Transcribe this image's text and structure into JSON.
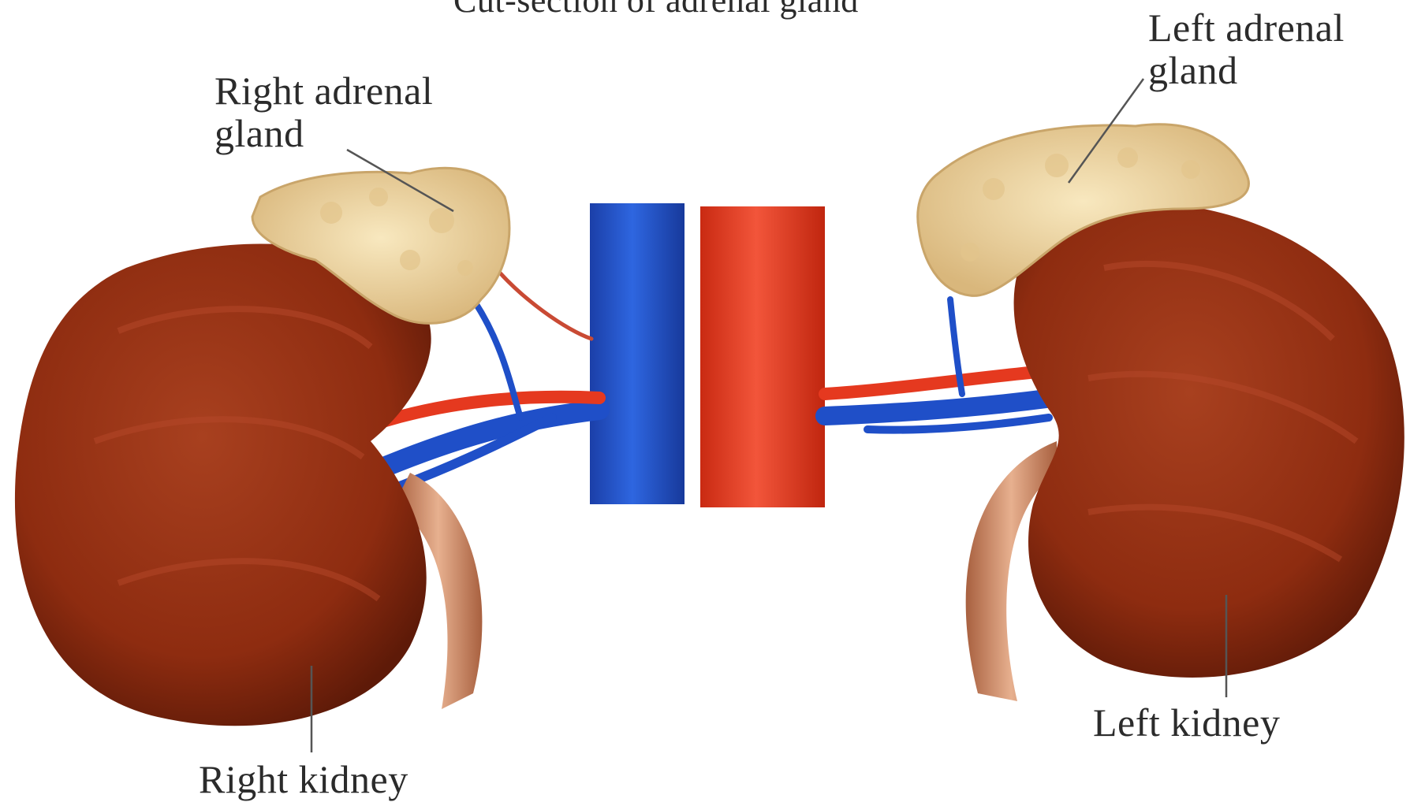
{
  "labels": {
    "title": "Cut-section of adrenal gland",
    "left_adrenal_line1": "Left adrenal",
    "left_adrenal_line2": "gland",
    "right_adrenal_line1": "Right adrenal",
    "right_adrenal_line2": "gland",
    "left_kidney": "Left kidney",
    "right_kidney": "Right kidney"
  },
  "colors": {
    "kidney": "#8e2c10",
    "kidney_dark": "#5e1a08",
    "kidney_highlight": "#b5472a",
    "adrenal": "#f1d9a3",
    "adrenal_shade": "#d4b47a",
    "vena_cava": "#1f4fc8",
    "aorta": "#e5391f",
    "ureter": "#c98660",
    "leader_line": "#555555"
  }
}
